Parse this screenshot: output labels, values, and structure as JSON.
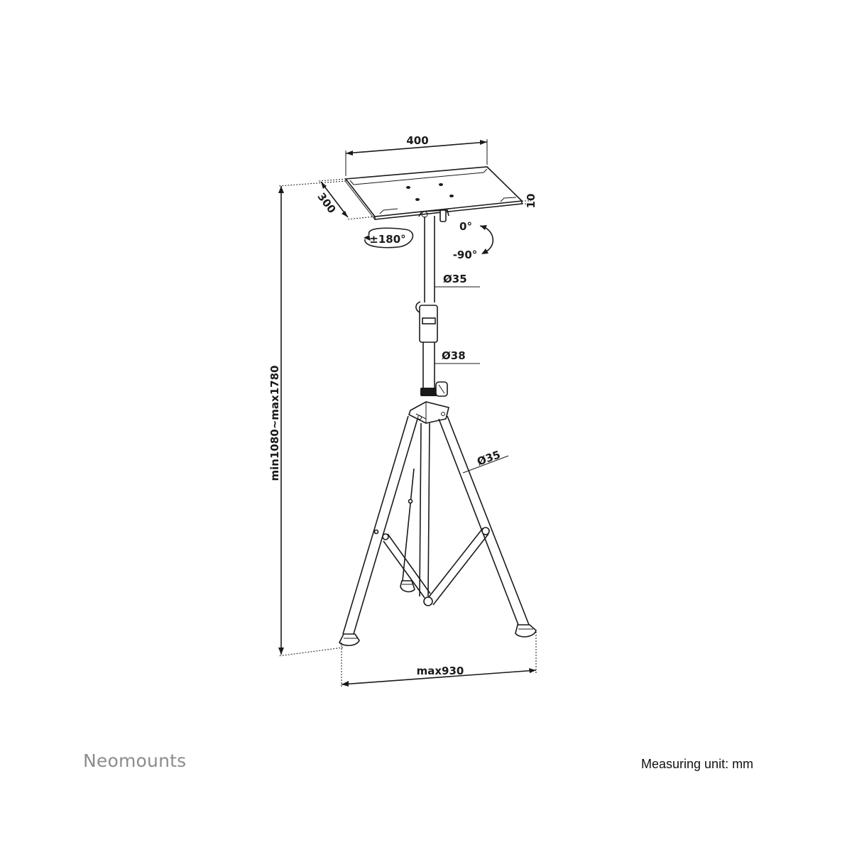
{
  "dimensions": {
    "plate_width": "400",
    "plate_depth": "300",
    "plate_thickness": "10",
    "rotation": "±180°",
    "tilt_top": "0°",
    "tilt_bottom": "-90°",
    "upper_tube_diameter": "Ø35",
    "lower_tube_diameter": "Ø38",
    "leg_diameter": "Ø35",
    "height_range": "min1080~max1780",
    "base_width": "max930"
  },
  "footer": {
    "brand": "Neomounts",
    "measuring_unit": "Measuring unit: mm"
  }
}
